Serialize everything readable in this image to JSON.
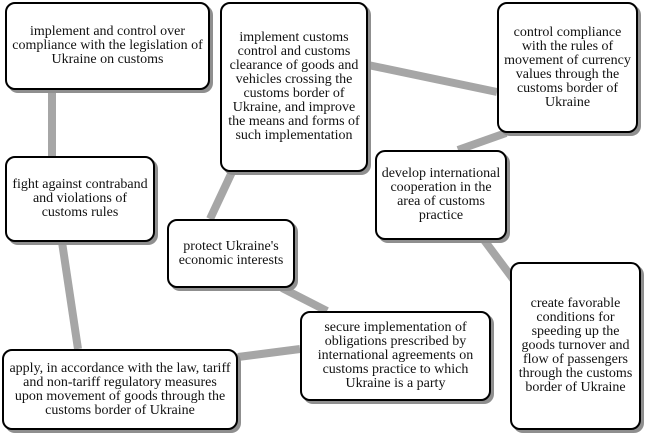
{
  "diagram": {
    "nodes": [
      {
        "id": "n1",
        "text": "implement and control over compliance with the legislation of Ukraine on customs"
      },
      {
        "id": "n2",
        "text": "implement customs control and customs clearance of goods and vehicles crossing the customs border of Ukraine, and improve the means and forms of such implementation"
      },
      {
        "id": "n3",
        "text": "control compliance with the rules of movement of currency values through the customs border of Ukraine"
      },
      {
        "id": "n4",
        "text": "fight against contraband and violations of customs rules"
      },
      {
        "id": "n5",
        "text": "develop international cooperation in the area of customs practice"
      },
      {
        "id": "n6",
        "text": "protect Ukraine's economic interests"
      },
      {
        "id": "n7",
        "text": "secure implementation of obligations prescribed by international agreements on customs practice to which Ukraine is a party"
      },
      {
        "id": "n8",
        "text": "create favorable conditions for speeding up the goods turnover and flow of passengers through the customs border of Ukraine"
      },
      {
        "id": "n9",
        "text": "apply, in accordance with the law, tariff and non-tariff regulatory measures upon movement of goods through the customs border of Ukraine"
      }
    ],
    "connections": [
      {
        "from": "n1",
        "to": "n4"
      },
      {
        "from": "n4",
        "to": "n9"
      },
      {
        "from": "n9",
        "to": "n7"
      },
      {
        "from": "n7",
        "to": "n6"
      },
      {
        "from": "n6",
        "to": "n2"
      },
      {
        "from": "n2",
        "to": "n3"
      },
      {
        "from": "n3",
        "to": "n5"
      },
      {
        "from": "n5",
        "to": "n8"
      }
    ],
    "colors": {
      "connector": "#a6a6a6",
      "border": "#000000",
      "shadow": "#8f8f8f",
      "background": "#ffffff"
    }
  }
}
